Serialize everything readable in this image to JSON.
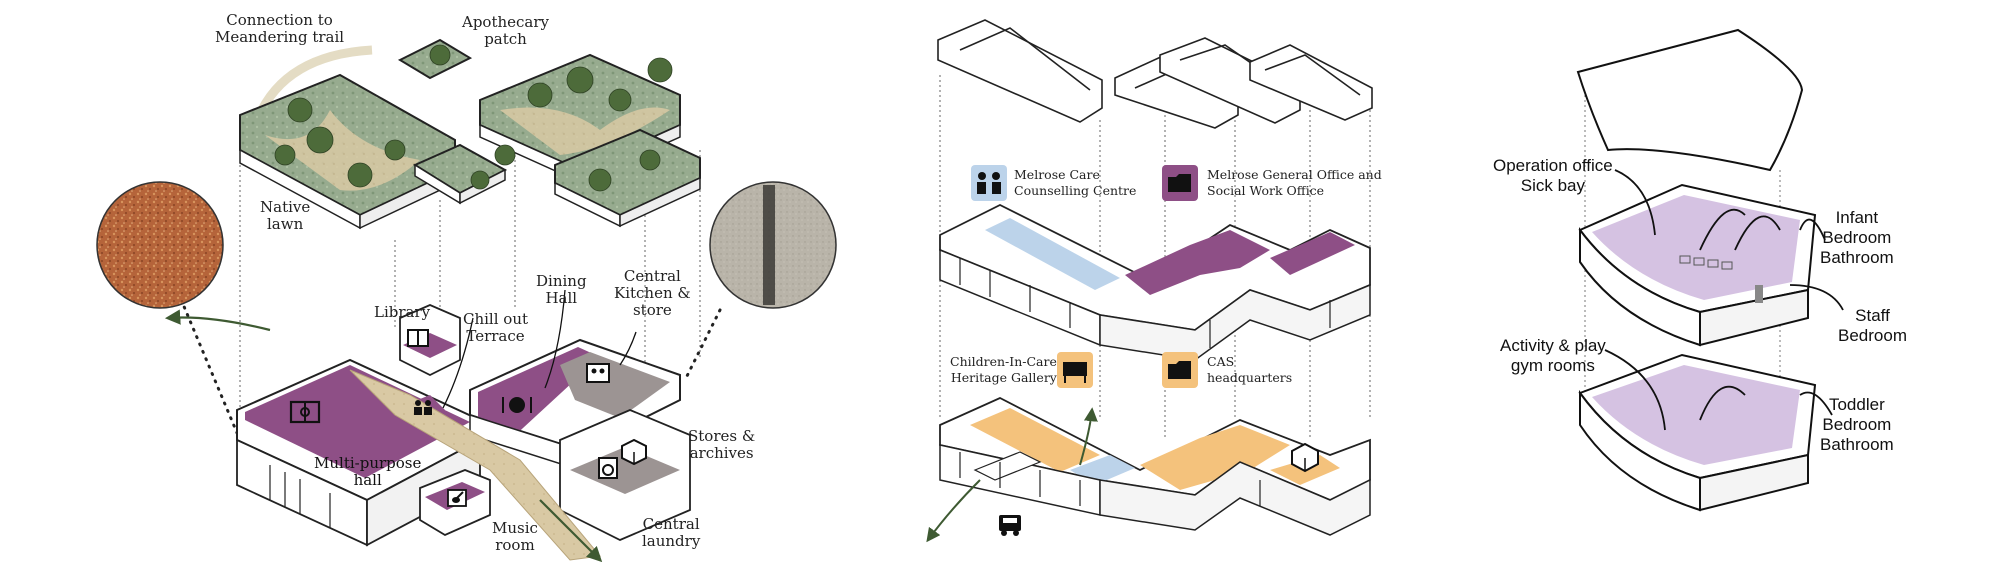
{
  "panel1": {
    "labels": {
      "connection": [
        "Connection to",
        "Meandering trail"
      ],
      "apothecary": [
        "Apothecary",
        "patch"
      ],
      "native_lawn": [
        "Native",
        "lawn"
      ],
      "library": "Library",
      "chill_out": [
        "Chill out",
        "Terrace"
      ],
      "dining_hall": [
        "Dining",
        "Hall"
      ],
      "central_kitchen": [
        "Central",
        "Kitchen &",
        "store"
      ],
      "stores": [
        "Stores &",
        "archives"
      ],
      "multi_purpose": [
        "Multi-purpose",
        "hall"
      ],
      "music_room": [
        "Music",
        "room"
      ],
      "central_laundry": [
        "Central",
        "laundry"
      ]
    }
  },
  "panel2": {
    "legend": {
      "counselling": [
        "Melrose Care",
        "Counselling Centre"
      ],
      "general_office": [
        "Melrose General Office and",
        "Social Work Office"
      ],
      "heritage_gallery": [
        "Children-In-Care",
        "Heritage Gallery"
      ],
      "cas_hq": [
        "CAS",
        "headquarters"
      ]
    }
  },
  "panel3": {
    "labels": {
      "operation_office": [
        "Operation office",
        "Sick bay"
      ],
      "infant": [
        "Infant",
        "Bedroom",
        "Bathroom"
      ],
      "staff": [
        "Staff",
        "Bedroom"
      ],
      "activity": [
        "Activity & play",
        "gym rooms"
      ],
      "toddler": [
        "Toddler",
        "Bedroom",
        "Bathroom"
      ]
    }
  },
  "colors": {
    "purple": "#8e4f86",
    "purple_light": "#c9acd1",
    "blue_light": "#bcd3ea",
    "orange": "#f4c27c",
    "gray_floor": "#9c9493",
    "garden_green": "#8aa58a",
    "path_tan": "#d8c8a3",
    "dark_green": "#3e5a32",
    "lavender_floor": "#d5c2e2"
  }
}
